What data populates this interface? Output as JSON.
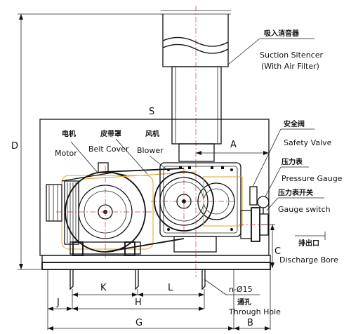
{
  "components": {
    "silencer": {
      "cn": "吸入消音器",
      "en1": "Suction Sitencer",
      "en2": "(With Air Filter)"
    },
    "motor": {
      "cn": "电机",
      "en": "Motor"
    },
    "belt_cover": {
      "cn": "皮带罩",
      "en": "Belt Cover"
    },
    "blower": {
      "cn": "风机",
      "en": "Blower"
    },
    "safety_valve": {
      "cn": "安全阀",
      "en": "Safety Valve"
    },
    "pressure_gauge": {
      "cn": "压力表",
      "en": "Pressure Gauge"
    },
    "gauge_switch": {
      "cn": "压力表开关",
      "en": "Gauge switch"
    },
    "discharge_bore": {
      "cn": "排出口",
      "en": "Discharge Bore"
    },
    "through_hole": {
      "size": "n-Ø15",
      "cn": "通孔",
      "en": "Through Hole"
    }
  },
  "dimensions": {
    "D": "D",
    "S": "S",
    "A": "A",
    "C": "C",
    "K": "K",
    "L": "L",
    "J": "J",
    "H": "H",
    "G": "G",
    "B": "B"
  }
}
